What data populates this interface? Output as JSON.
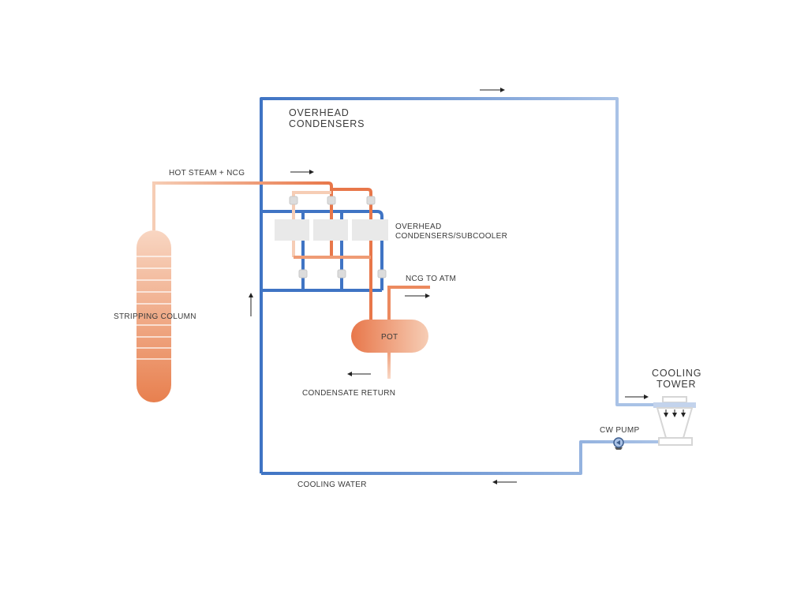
{
  "labels": {
    "overhead_condensers_title": [
      "OVERHEAD",
      "CONDENSERS"
    ],
    "hot_steam": "HOT STEAM + NCG",
    "condensers_subcooler": [
      "OVERHEAD",
      "CONDENSERS/SUBCOOLER"
    ],
    "ncg_to_atm": "NCG TO ATM",
    "pot": "POT",
    "stripping_column": "STRIPPING COLUMN",
    "condensate_return": "CONDENSATE RETURN",
    "cooling_tower": [
      "COOLING",
      "TOWER"
    ],
    "cw_pump": "CW PUMP",
    "cooling_water": "COOLING WATER"
  },
  "colors": {
    "cooling_water_dark": "#3f74c4",
    "cooling_water_light": "#a9c2e6",
    "steam_dark": "#e8774a",
    "steam_light": "#f6cdb5",
    "equipment_gray": "#e6e6e6"
  }
}
